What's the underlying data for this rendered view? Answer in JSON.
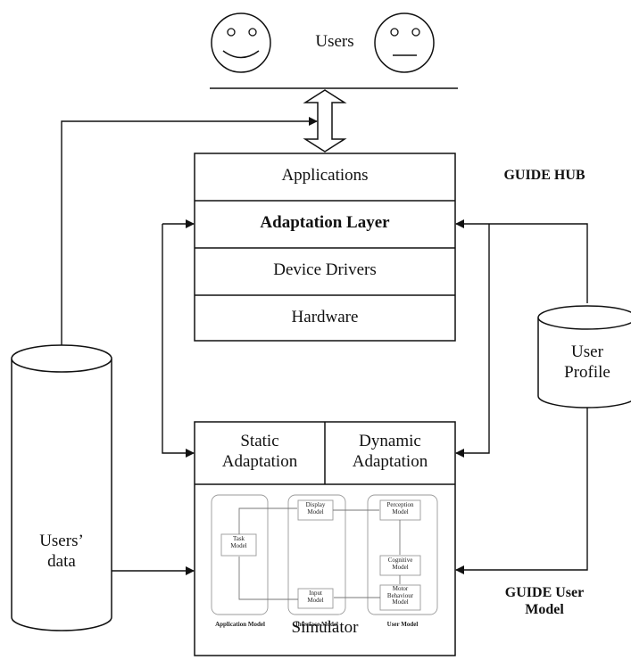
{
  "users_label": "Users",
  "hub": {
    "title": "GUIDE HUB",
    "layers": [
      "Applications",
      "Adaptation Layer",
      "Device Drivers",
      "Hardware"
    ]
  },
  "user_model": {
    "title_line1": "GUIDE User",
    "title_line2": "Model",
    "static_line1": "Static",
    "static_line2": "Adaptation",
    "dynamic_line1": "Dynamic",
    "dynamic_line2": "Adaptation",
    "simulator": "Simulator",
    "inner": {
      "task_model": [
        "Task",
        "Model"
      ],
      "display_model": [
        "Display",
        "Model"
      ],
      "input_model": [
        "Input",
        "Model"
      ],
      "perception_model": [
        "Perception",
        "Model"
      ],
      "cognitive_model": [
        "Cognitive",
        "Model"
      ],
      "motor_model": [
        "Motor",
        "Behaviour",
        "Model"
      ],
      "application_model_label": "Application Model",
      "interface_model_label": "Interface Model",
      "user_model_label": "User Model"
    }
  },
  "user_profile": [
    "User",
    "Profile"
  ],
  "users_data": [
    "Users’",
    "data"
  ]
}
